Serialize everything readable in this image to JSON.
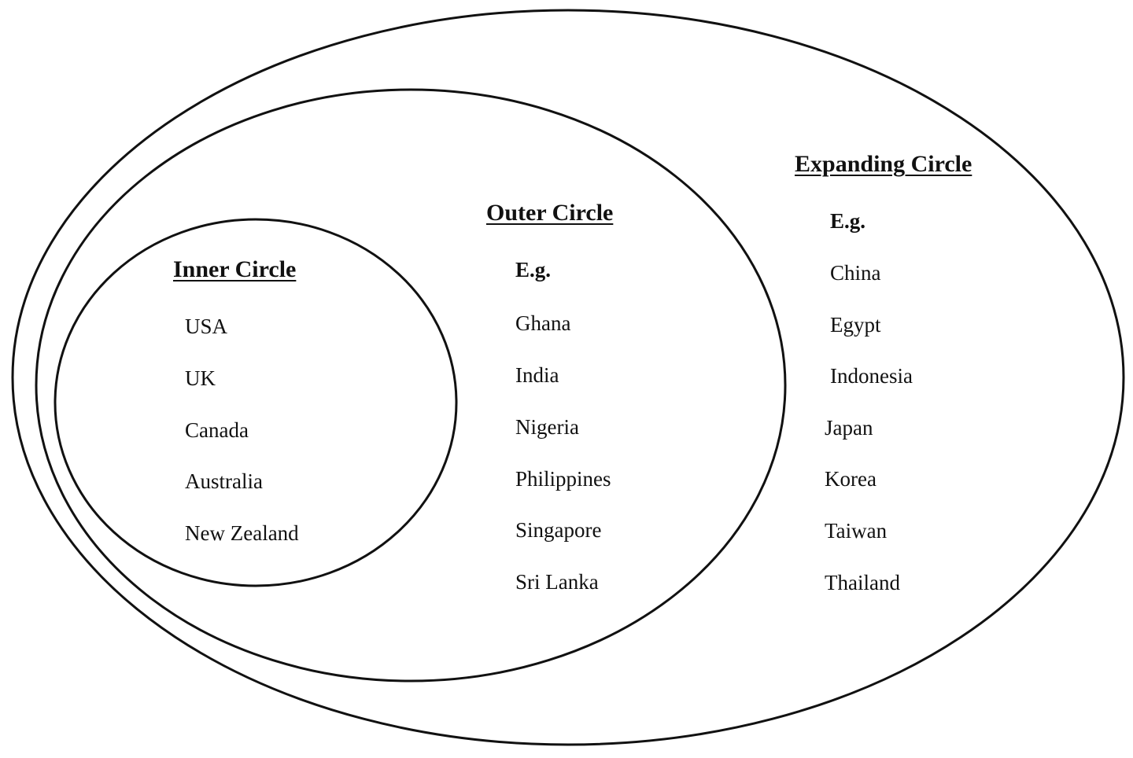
{
  "diagram": {
    "inner": {
      "heading": "Inner Circle",
      "countries": [
        "USA",
        "UK",
        "Canada",
        "Australia",
        "New Zealand"
      ]
    },
    "outer": {
      "heading": "Outer Circle",
      "eg": "E.g.",
      "countries": [
        "Ghana",
        "India",
        "Nigeria",
        "Philippines",
        "Singapore",
        "Sri Lanka"
      ]
    },
    "expanding": {
      "heading": "Expanding Circle",
      "eg": "E.g.",
      "countries": [
        "China",
        "Egypt",
        "Indonesia",
        "Japan",
        "Korea",
        "Taiwan",
        "Thailand"
      ]
    }
  }
}
